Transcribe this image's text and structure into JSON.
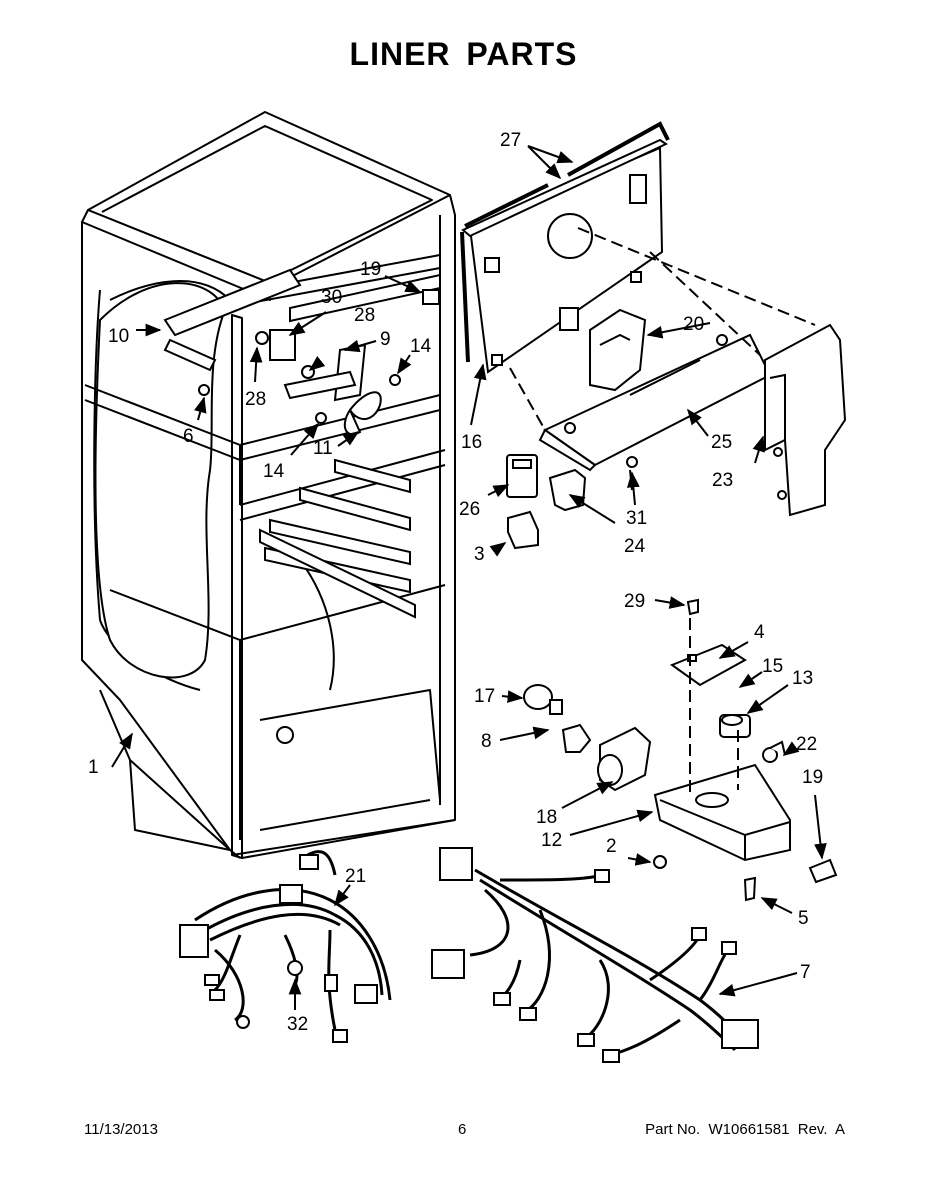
{
  "title": "LINER PARTS",
  "footer": {
    "date": "11/13/2013",
    "page": "6",
    "part_number": "Part No.  W10661581  Rev.  A"
  },
  "callouts": [
    {
      "id": "c1",
      "text": "1"
    },
    {
      "id": "c2",
      "text": "2"
    },
    {
      "id": "c3",
      "text": "3"
    },
    {
      "id": "c4",
      "text": "4"
    },
    {
      "id": "c5",
      "text": "5"
    },
    {
      "id": "c6",
      "text": "6"
    },
    {
      "id": "c7",
      "text": "7"
    },
    {
      "id": "c8",
      "text": "8"
    },
    {
      "id": "c9",
      "text": "9"
    },
    {
      "id": "c10",
      "text": "10"
    },
    {
      "id": "c11",
      "text": "11"
    },
    {
      "id": "c12",
      "text": "12"
    },
    {
      "id": "c13",
      "text": "13"
    },
    {
      "id": "c14a",
      "text": "14"
    },
    {
      "id": "c14b",
      "text": "14"
    },
    {
      "id": "c15",
      "text": "15"
    },
    {
      "id": "c16",
      "text": "16"
    },
    {
      "id": "c17",
      "text": "17"
    },
    {
      "id": "c18",
      "text": "18"
    },
    {
      "id": "c19a",
      "text": "19"
    },
    {
      "id": "c19b",
      "text": "19"
    },
    {
      "id": "c20",
      "text": "20"
    },
    {
      "id": "c21",
      "text": "21"
    },
    {
      "id": "c22",
      "text": "22"
    },
    {
      "id": "c23",
      "text": "23"
    },
    {
      "id": "c24",
      "text": "24"
    },
    {
      "id": "c25",
      "text": "25"
    },
    {
      "id": "c26",
      "text": "26"
    },
    {
      "id": "c27",
      "text": "27"
    },
    {
      "id": "c28a",
      "text": "28"
    },
    {
      "id": "c28b",
      "text": "28"
    },
    {
      "id": "c29",
      "text": "29"
    },
    {
      "id": "c30",
      "text": "30"
    },
    {
      "id": "c31",
      "text": "31"
    },
    {
      "id": "c32",
      "text": "32"
    }
  ]
}
